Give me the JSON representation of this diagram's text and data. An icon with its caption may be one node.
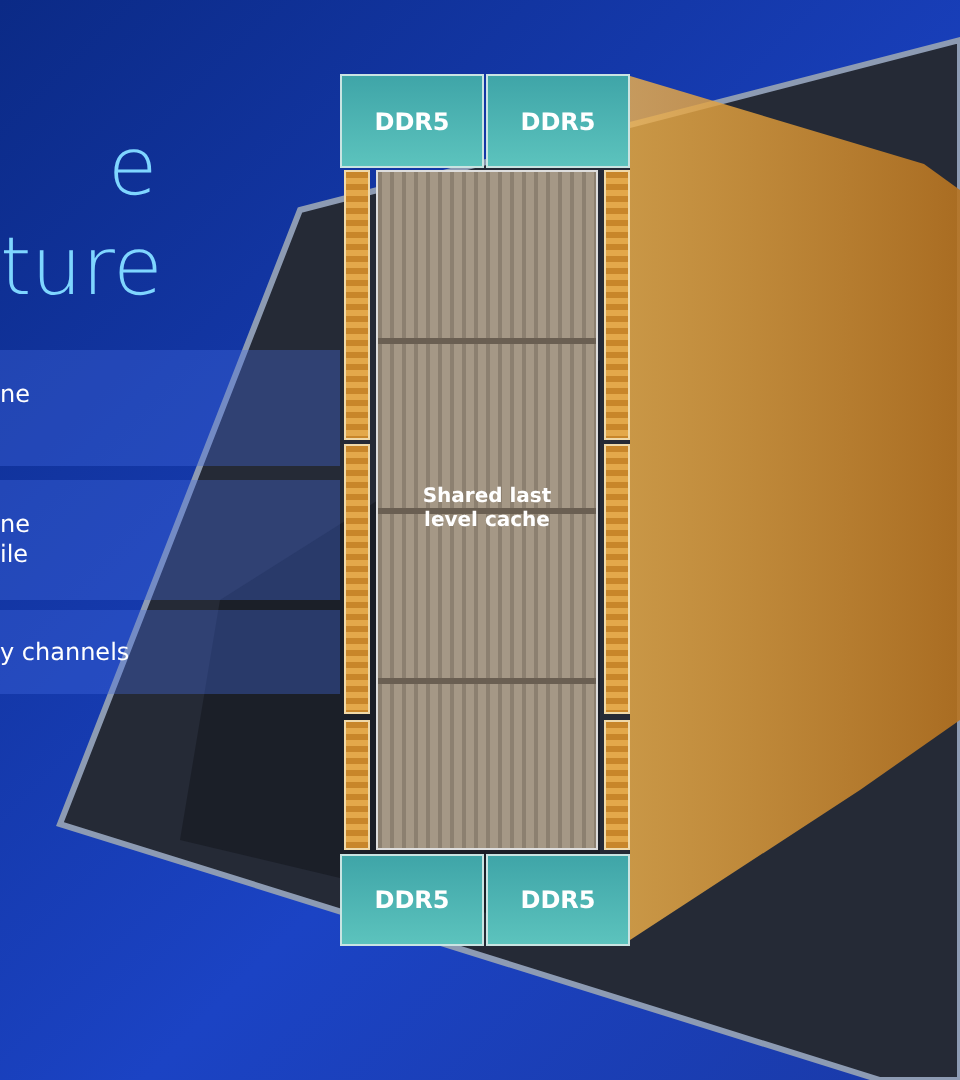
{
  "diagram": {
    "nodes": [
      {
        "text": [
          "DDR5"
        ]
      },
      {
        "text": [
          "DDR5"
        ]
      },
      {
        "text": [],
        "shape": "bar"
      },
      {
        "text": [],
        "shape": "bar"
      },
      {
        "text": [
          "Shared last level cache"
        ]
      },
      {
        "text": [],
        "shape": "bar"
      },
      {
        "text": [],
        "shape": "bar"
      },
      {
        "text": [],
        "shape": "bar"
      },
      {
        "text": [],
        "shape": "bar"
      },
      {
        "text": [
          "DDR5"
        ]
      },
      {
        "text": [
          "DDR5"
        ]
      }
    ],
    "edges": [],
    "labels": [
      "e",
      "ture",
      "ne",
      "ne ile",
      "y channels"
    ]
  }
}
